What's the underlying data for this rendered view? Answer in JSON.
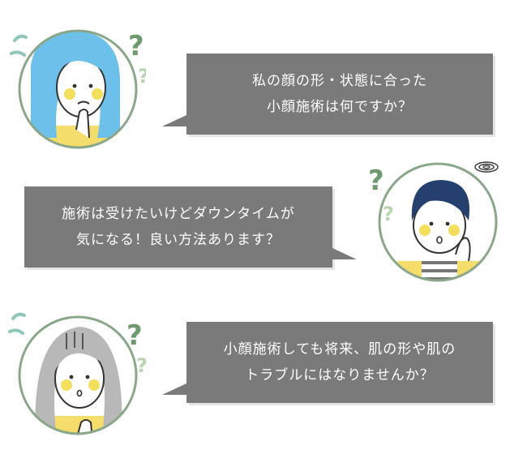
{
  "colors": {
    "bubble": "#7a7a7a",
    "circle_border": "#8aa78a",
    "question_mark": "#6f9a6f",
    "question_mark_light": "#b9d4b2",
    "hair_blue": "#6cc0ea",
    "hair_navy": "#25406e",
    "hair_gray": "#b8b8b8",
    "skin": "#ffffff",
    "cheek": "#f3df5c",
    "shirt_yellow": "#f4dd6a",
    "sweat": "#8ec7b8"
  },
  "icons": [
    "question-mark-icon",
    "sweat-drop-icon",
    "dizzy-swirl-icon"
  ],
  "items": [
    {
      "lines": [
        "私の顔の形・状態に合った",
        "小顔施術は何ですか？"
      ]
    },
    {
      "lines": [
        "施術は受けたいけどダウンタイムが",
        "気になる！良い方法あります？"
      ]
    },
    {
      "lines": [
        "小顔施術しても将来、肌の形や肌の",
        "トラブルにはなりませんか？"
      ]
    }
  ]
}
